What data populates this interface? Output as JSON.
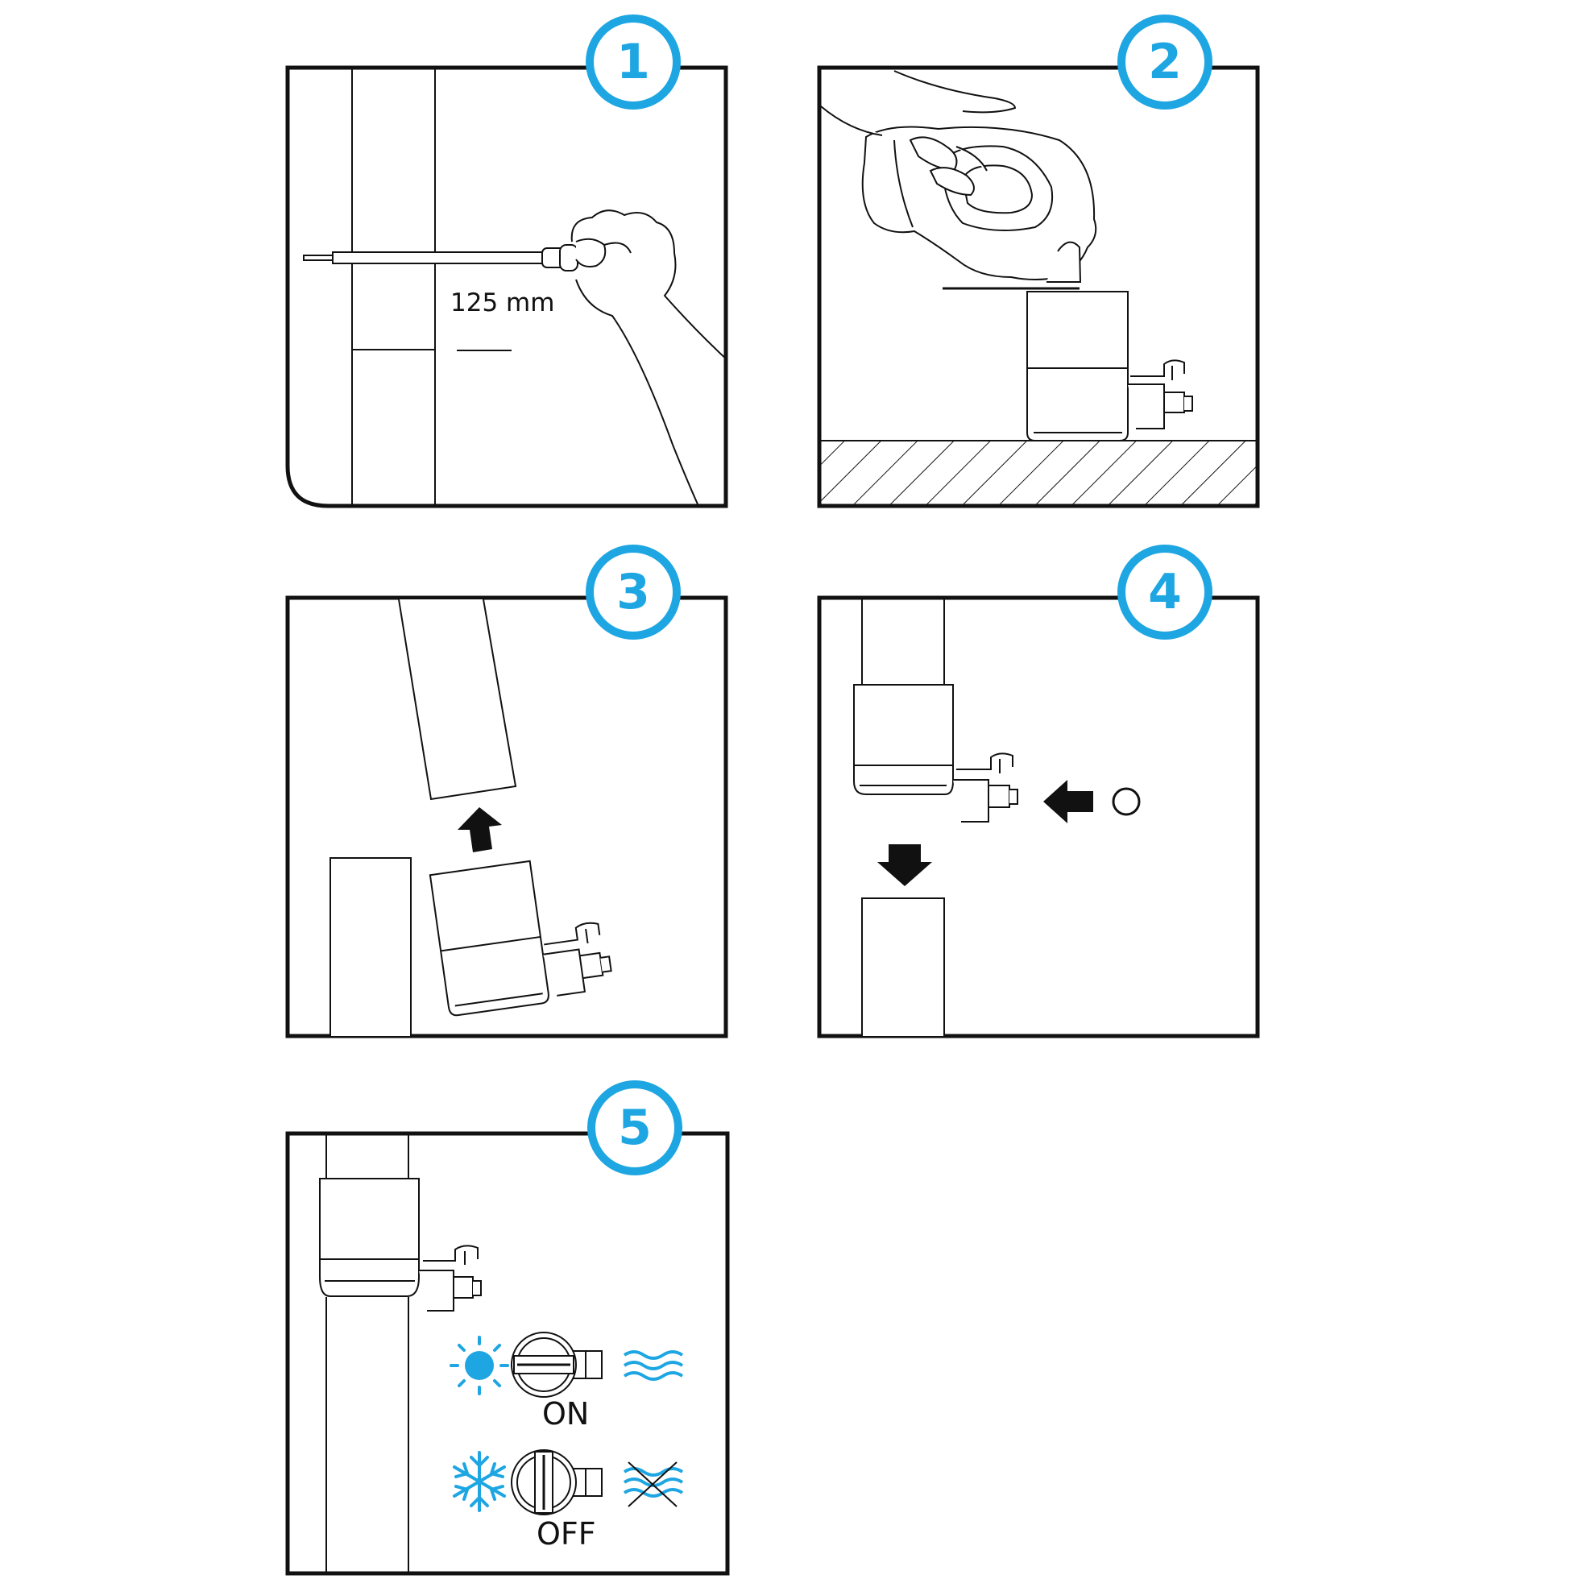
{
  "accent_color": "#1ea6e2",
  "line_color": "#111111",
  "steps": [
    {
      "number": "1",
      "label": "125 mm"
    },
    {
      "number": "2"
    },
    {
      "number": "3"
    },
    {
      "number": "4"
    },
    {
      "number": "5",
      "states": [
        {
          "label": "ON",
          "temperature_icon": "sun-icon",
          "flow_icon": "water-waves-icon"
        },
        {
          "label": "OFF",
          "temperature_icon": "snowflake-icon",
          "flow_icon": "water-waves-crossed-icon"
        }
      ]
    }
  ]
}
